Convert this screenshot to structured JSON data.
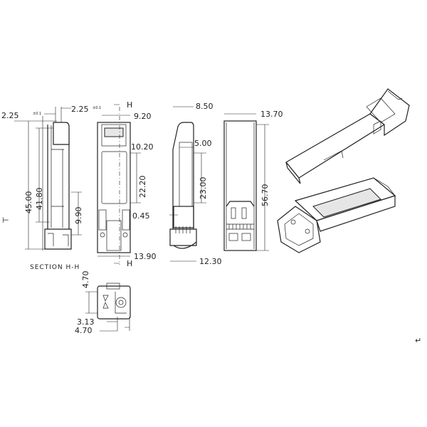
{
  "title": "SFP module outline drawing",
  "tolerance": "±0.1",
  "side_view": {
    "top_width_left": "2.25",
    "top_width_right": "2.25",
    "overall_height": "45.00",
    "inner_height": "41.80",
    "connector_height": "9.90"
  },
  "front_view": {
    "section_mark": "H",
    "width_top": "9.20",
    "offset": "10.20",
    "window_height": "22.20",
    "tab_offset": "0.45",
    "width_bottom": "13.90"
  },
  "side_view_2": {
    "width_top": "8.50",
    "inner_width": "5.00",
    "window_height": "23.00",
    "width_bottom": "12.30"
  },
  "top_view": {
    "width": "13.70",
    "length": "56.70"
  },
  "section": {
    "label": "SECTION H-H",
    "height": "4.70",
    "pitch": "3.13",
    "width": "4.70"
  },
  "marks": {
    "left_mark": "⊢",
    "return_mark": "↵"
  }
}
